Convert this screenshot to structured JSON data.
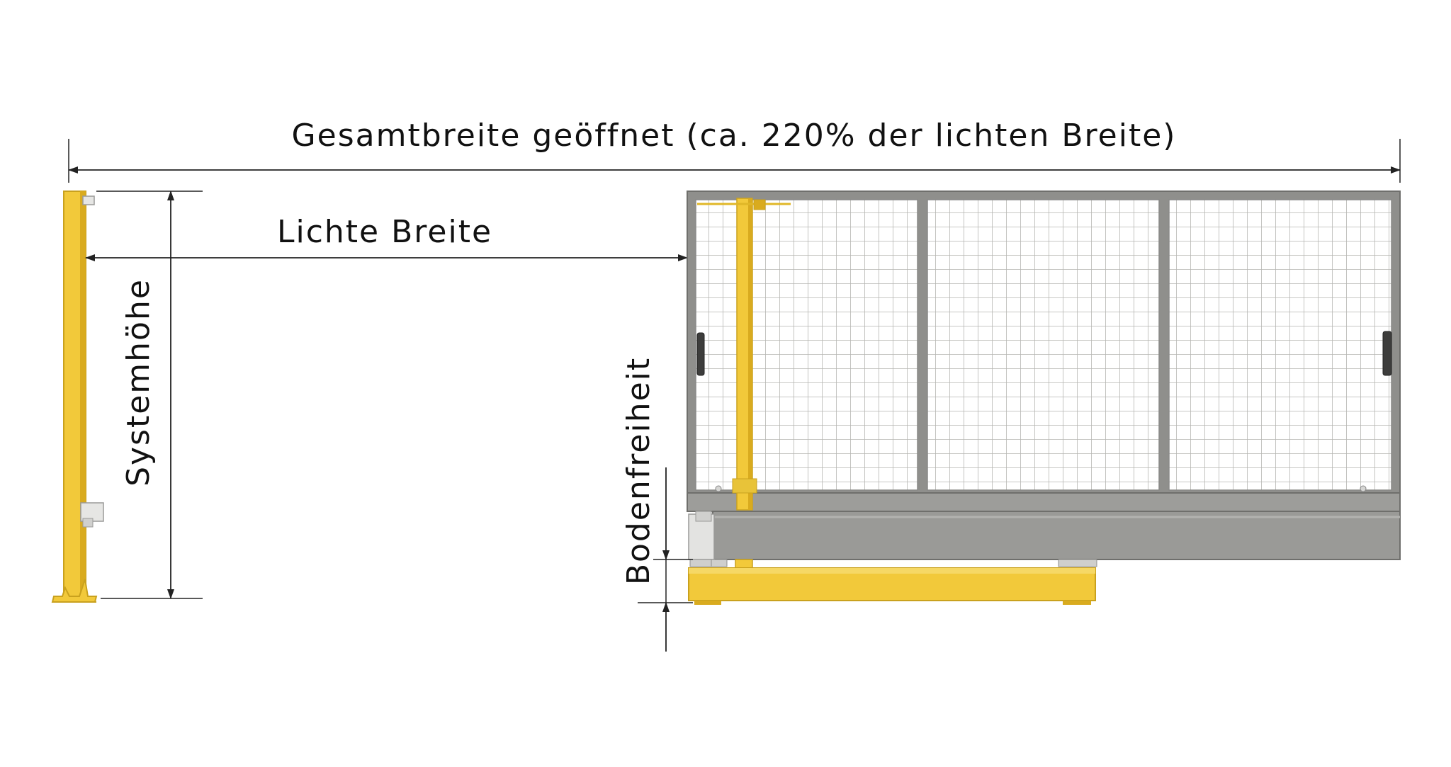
{
  "labels": {
    "total_width": "Gesamtbreite geöffnet (ca. 220% der lichten Breite)",
    "clear_width": "Lichte Breite",
    "system_height": "Systemhöhe",
    "ground_clearance": "Bodenfreiheit"
  },
  "colors": {
    "post_yellow": "#f2c93a",
    "post_yellow_dark": "#d9ab1f",
    "frame_grey": "#8f8f8c",
    "frame_grey_dark": "#6f6f6c",
    "mesh_grey": "#b5b5b2",
    "dimension_line": "#222222"
  }
}
